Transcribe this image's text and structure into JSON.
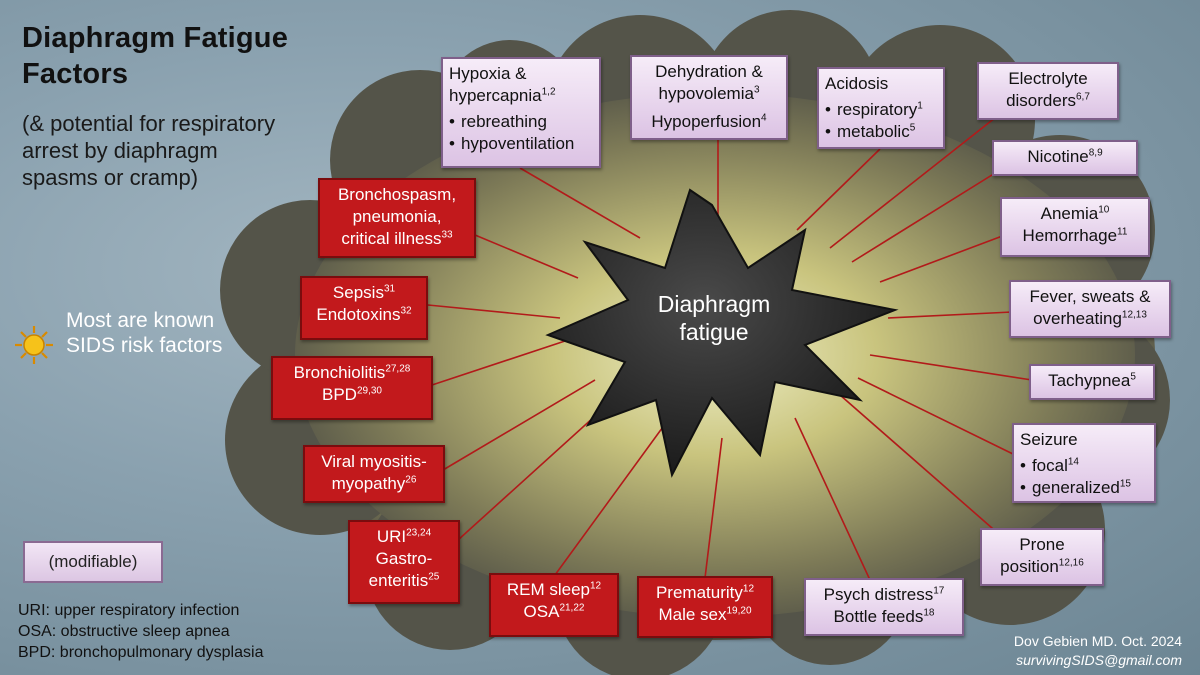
{
  "title": "Diaphragm Fatigue Factors",
  "subtitle": "(& potential for respiratory arrest by diaphragm spasms or cramp)",
  "sids_note": {
    "icon": "sun-icon",
    "text": "Most are known SIDS risk factors"
  },
  "legend": {
    "modifiable_label": "(modifiable)"
  },
  "abbreviations": [
    "URI: upper respiratory infection",
    "OSA: obstructive sleep apnea",
    "BPD: bronchopulmonary dysplasia"
  ],
  "credit": {
    "author": "Dov Gebien MD. Oct. 2024",
    "email": "survivingSIDS@gmail.com"
  },
  "center": {
    "line1": "Diaphragm",
    "line2": "fatigue"
  },
  "colors": {
    "non_modifiable_fill": "#c2191c",
    "modifiable_fill": "#e6d4ec",
    "star": "#2a2a2a",
    "background": "#8aa1af"
  },
  "factors": {
    "hypoxia": {
      "line1": "Hypoxia &",
      "line2": "hypercapnia",
      "ref": "1,2",
      "bullets": [
        "rebreathing",
        "hypoventilation"
      ]
    },
    "dehydration": {
      "line1": "Dehydration &",
      "line2": "hypovolemia",
      "ref1": "3",
      "line3": "Hypoperfusion",
      "ref2": "4"
    },
    "acidosis": {
      "heading": "Acidosis",
      "bullets": [
        "respiratory",
        "metabolic"
      ],
      "refs": [
        "1",
        "5"
      ]
    },
    "electrolyte": {
      "line1": "Electrolyte",
      "line2": "disorders",
      "ref": "6,7"
    },
    "nicotine": {
      "text": "Nicotine",
      "ref": "8,9"
    },
    "anemia": {
      "line1": "Anemia",
      "ref1": "10",
      "line2": "Hemorrhage",
      "ref2": "11"
    },
    "fever": {
      "line1": "Fever, sweats &",
      "line2": "overheating",
      "ref": "12,13"
    },
    "tachypnea": {
      "text": "Tachypnea",
      "ref": "5"
    },
    "seizure": {
      "heading": "Seizure",
      "bullets": [
        "focal",
        "generalized"
      ],
      "refs": [
        "14",
        "15"
      ]
    },
    "prone": {
      "line1": "Prone",
      "line2": "position",
      "ref": "12,16"
    },
    "psych": {
      "line1": "Psych distress",
      "ref1": "17",
      "line2": "Bottle feeds",
      "ref2": "18"
    },
    "prematurity": {
      "line1": "Prematurity",
      "ref1": "12",
      "line2": "Male sex",
      "ref2": "19,20"
    },
    "rem": {
      "line1": "REM sleep",
      "ref1": "12",
      "line2": "OSA",
      "ref2": "21,22"
    },
    "uri": {
      "line1": "URI",
      "ref1": "23,24",
      "line2": "Gastro-",
      "line3": "enteritis",
      "ref2": "25"
    },
    "viral": {
      "line1": "Viral myositis-",
      "line2": "myopathy",
      "ref": "26"
    },
    "bronchiolitis": {
      "line1": "Bronchiolitis",
      "ref1": "27,28",
      "line2": "BPD",
      "ref2": "29,30"
    },
    "sepsis": {
      "line1": "Sepsis",
      "ref1": "31",
      "line2": "Endotoxins",
      "ref2": "32"
    },
    "bronchospasm": {
      "line1": "Bronchospasm,",
      "line2": "pneumonia,",
      "line3": "critical illness",
      "ref": "33"
    }
  }
}
